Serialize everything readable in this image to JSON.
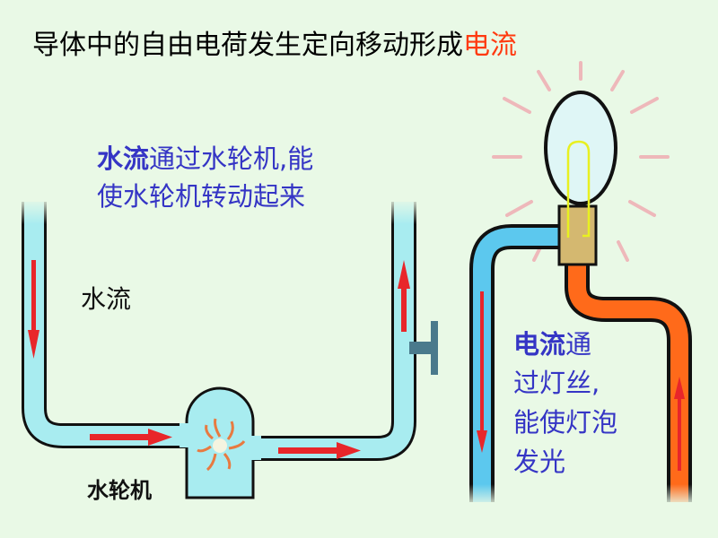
{
  "title": {
    "main": "导体中的自由电荷发生定向移动形成",
    "highlight": "电流"
  },
  "water_caption": {
    "bold": "水流",
    "line1_rest": "通过水轮机,能",
    "line2": "使水轮机转动起来"
  },
  "labels": {
    "water_flow": "水流",
    "turbine": "水轮机"
  },
  "current_caption": {
    "bold": "电流",
    "line1_rest": "通",
    "line2": "过灯丝,",
    "line3": "能使灯泡",
    "line4": "发光"
  },
  "colors": {
    "background": "#e9f9e6",
    "water": "#a8ecf0",
    "wire_blue": "#5cc8ee",
    "wire_orange": "#ff6a1a",
    "arrow": "#e8262a",
    "text_blue": "#3535c5",
    "highlight": "#ff3a10"
  }
}
